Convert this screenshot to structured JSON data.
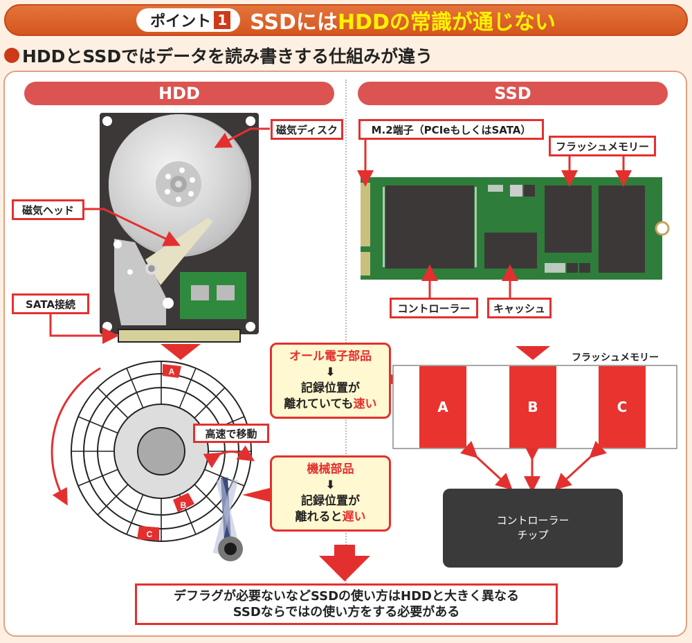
{
  "header": {
    "badge_label": "ポイント",
    "badge_number": "1",
    "title_part1": "SSDには",
    "title_part2": "HDDの常識が通じない"
  },
  "subtitle": "HDDとSSDではデータを読み書きする仕組みが違う",
  "hdd": {
    "section_label": "HDD",
    "labels": {
      "disk": "磁気ディスク",
      "head": "磁気ヘッド",
      "sata": "SATA接続"
    },
    "diagram": {
      "sector_labels": [
        "A",
        "B",
        "C"
      ],
      "move_label": "高速で移動"
    },
    "callout": {
      "heading": "機械部品",
      "arrow": "⬇",
      "line1": "記録位置が",
      "line2_prefix": "離れると",
      "line2_highlight": "遅い"
    }
  },
  "ssd": {
    "section_label": "SSD",
    "labels": {
      "connector": "M.2端子（PCIeもしくはSATA）",
      "flash": "フラッシュメモリー",
      "controller": "コントローラー",
      "cache": "キャッシュ"
    },
    "diagram": {
      "flash_label": "フラッシュメモリー",
      "blocks": [
        "A",
        "B",
        "C"
      ],
      "chip_line1": "コントローラー",
      "chip_line2": "チップ"
    },
    "callout": {
      "heading": "オール電子部品",
      "arrow": "⬇",
      "line1": "記録位置が",
      "line2_prefix": "離れていても",
      "line2_highlight": "速い"
    }
  },
  "conclusion": {
    "line1": "デフラグが必要ないなどSSDの使い方はHDDと大きく異なる",
    "line2": "SSDならではの使い方をする必要がある"
  },
  "colors": {
    "accent_red": "#e3302f",
    "header_orange": "#d4561f",
    "pill_red": "#db5452",
    "callout_bg": "#fff8d0",
    "pcb_green": "#2e7d3a",
    "chip_dark": "#3d3838"
  }
}
